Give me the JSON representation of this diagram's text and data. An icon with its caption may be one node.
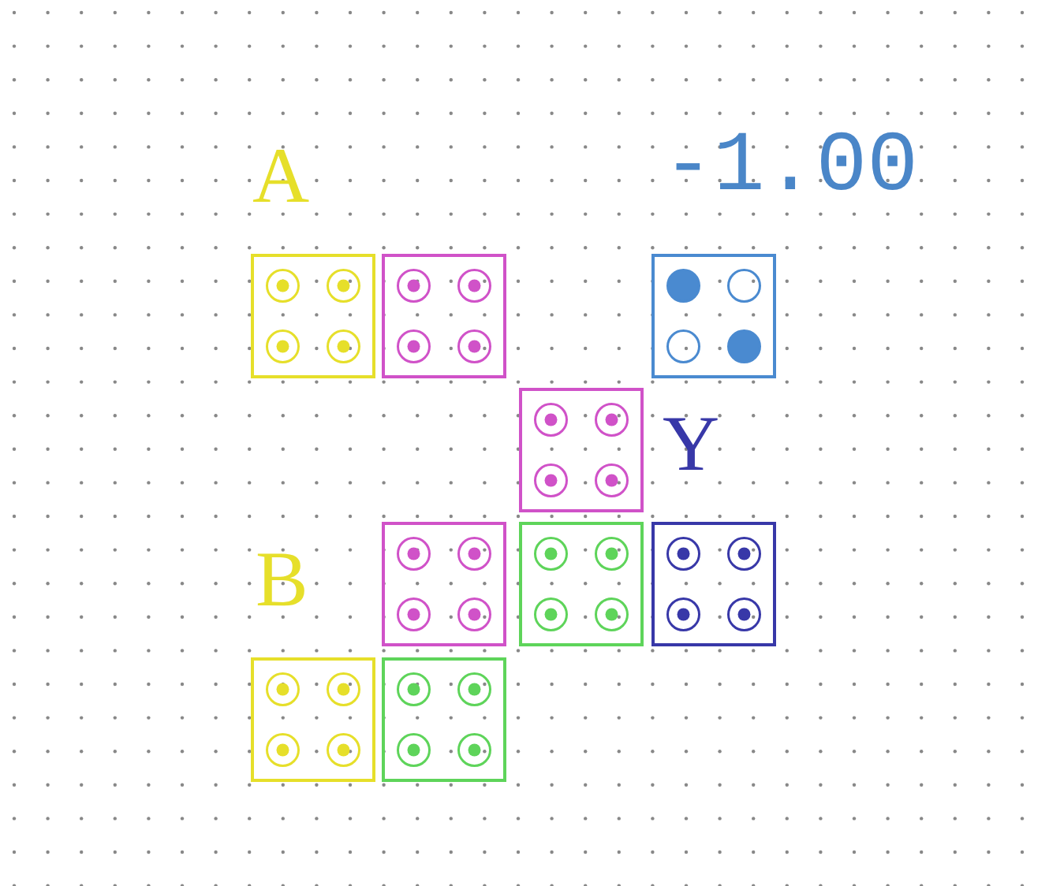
{
  "diagram": {
    "labels": [
      "A",
      "-1.00",
      "Y",
      "B"
    ]
  }
}
